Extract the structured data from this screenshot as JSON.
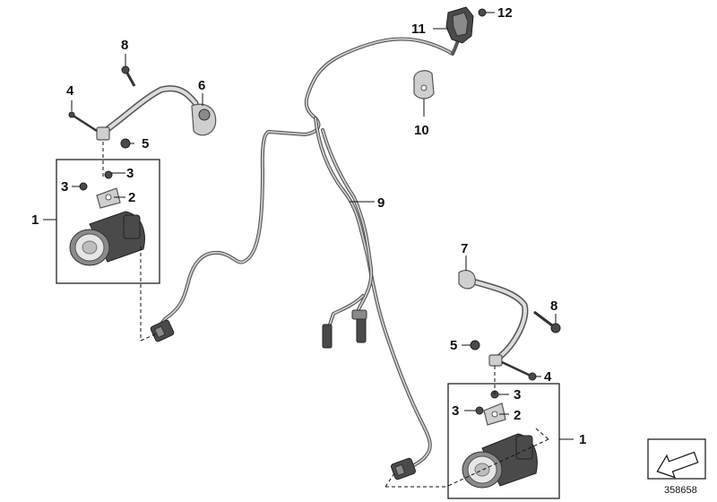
{
  "callouts": {
    "left_1": "1",
    "left_2": "2",
    "left_3a": "3",
    "left_3b": "3",
    "left_4": "4",
    "left_5": "5",
    "left_6": "6",
    "left_8": "8",
    "right_1": "1",
    "right_2": "2",
    "right_3a": "3",
    "right_3b": "3",
    "right_4": "4",
    "right_5": "5",
    "right_7": "7",
    "right_8": "8",
    "harness_9": "9",
    "clip_10": "10",
    "switch_11": "11",
    "screw_12": "12"
  },
  "doc_number": "358658",
  "icon": "part-catalog-corner-icon"
}
